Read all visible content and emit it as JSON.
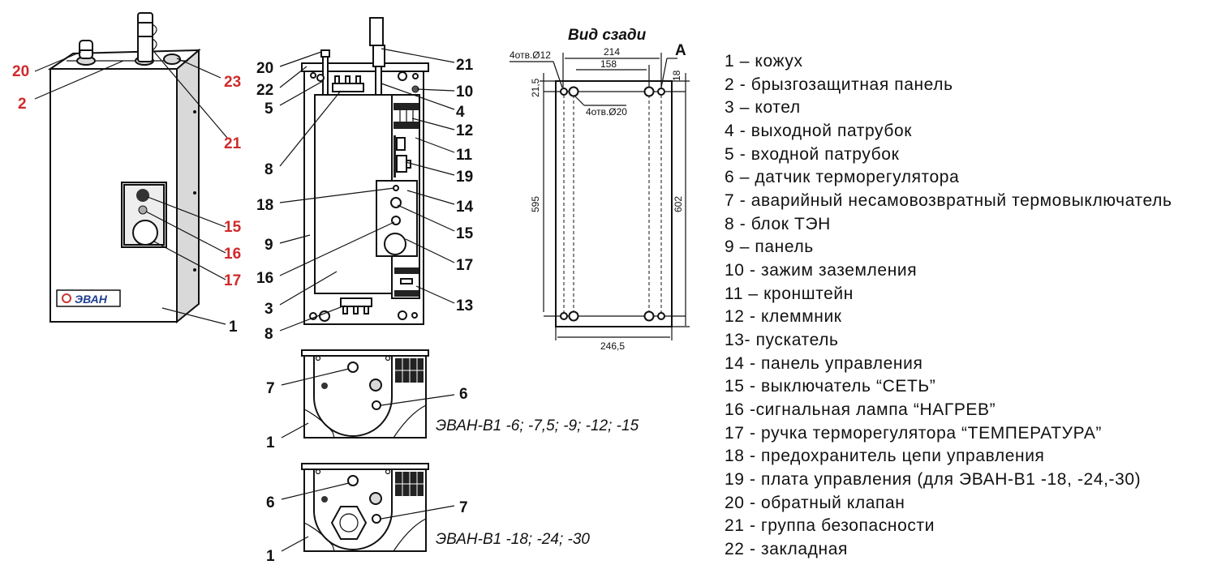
{
  "front_view": {
    "brand": "ЭВАН",
    "callouts": {
      "c20": "20",
      "c2": "2",
      "c23": "23",
      "c21": "21",
      "c15": "15",
      "c16": "16",
      "c17": "17",
      "c1": "1"
    }
  },
  "internal_view": {
    "callouts": {
      "c20": "20",
      "c22": "22",
      "c5": "5",
      "c8a": "8",
      "c18": "18",
      "c9": "9",
      "c16": "16",
      "c3": "3",
      "c8b": "8",
      "c21": "21",
      "c10": "10",
      "c4": "4",
      "c12": "12",
      "c11": "11",
      "c19": "19",
      "c14": "14",
      "c15": "15",
      "c17": "17",
      "c13": "13"
    }
  },
  "bottom_view_1": {
    "caption": "ЭВАН-В1 -6; -7,5; -9; -12; -15",
    "callouts": {
      "c7": "7",
      "c6": "6",
      "c1": "1"
    }
  },
  "bottom_view_2": {
    "caption": "ЭВАН-В1 -18; -24; -30",
    "callouts": {
      "c6": "6",
      "c7": "7",
      "c1": "1"
    }
  },
  "rear_view": {
    "title": "Вид сзади",
    "holes_small": "4отв.Ø12",
    "holes_large": "4отв.Ø20",
    "dims": {
      "w214": "214",
      "w158": "158",
      "h21_5": "21,5",
      "h18": "18",
      "h595": "595",
      "h602": "602",
      "w246_5": "246,5",
      "mark_a": "А"
    }
  },
  "legend": [
    "1 – кожух",
    "2 - брызгозащитная панель",
    "3 – котел",
    "4 - выходной патрубок",
    "5 - входной патрубок",
    "6 – датчик терморегулятора",
    "7 - аварийный несамовозвратный термовыключатель",
    "8 - блок ТЭН",
    "9 – панель",
    "10 - зажим заземления",
    "11 – кронштейн",
    "12 - клеммник",
    "13- пускатель",
    "14 - панель управления",
    "15 - выключатель “СЕТЬ”",
    "16 -сигнальная лампа “НАГРЕВ”",
    "17 - ручка терморегулятора “ТЕМПЕРАТУРА”",
    "18 - предохранитель цепи управления",
    "19 - плата управления (для ЭВАН-В1 -18, -24,-30)",
    "20 - обратный клапан",
    "21 - группа безопасности",
    "22 - закладная"
  ],
  "colors": {
    "callout_red": "#cf2a2a",
    "logo_blue": "#1f3f8f"
  }
}
